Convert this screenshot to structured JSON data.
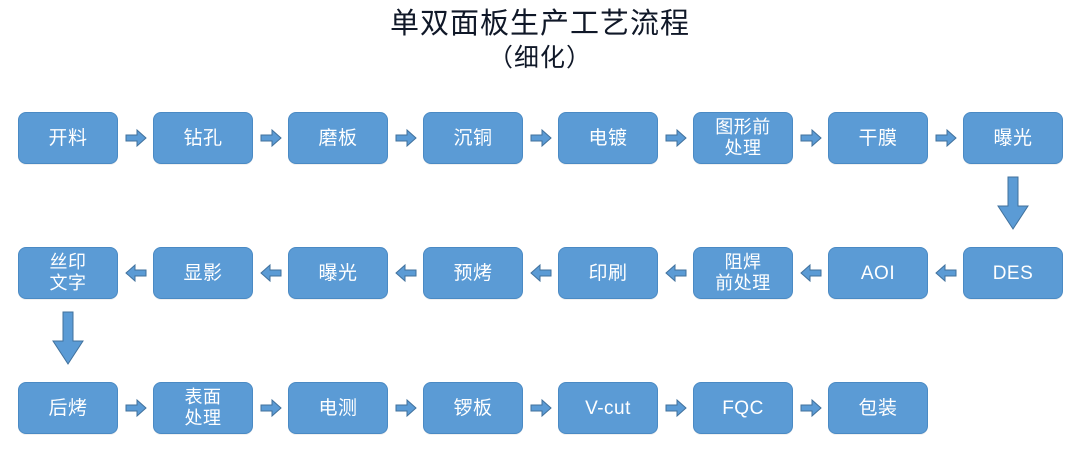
{
  "title": {
    "line1": "单双面板生产工艺流程",
    "line2": "（细化）"
  },
  "colors": {
    "node_fill": "#5B9BD5",
    "node_border": "#4A8AC4",
    "node_text": "#FFFFFF",
    "arrow_fill": "#5B9BD5",
    "arrow_border": "#41719C",
    "title_text": "#101828",
    "background": "#FFFFFF"
  },
  "flow": {
    "rows": [
      {
        "id": "row-1",
        "direction": "left-to-right",
        "steps": [
          {
            "label": "开料",
            "lines": 1
          },
          {
            "label": "钻孔",
            "lines": 1
          },
          {
            "label": "磨板",
            "lines": 1
          },
          {
            "label": "沉铜",
            "lines": 1
          },
          {
            "label": "电镀",
            "lines": 1
          },
          {
            "label": "图形前\n处理",
            "lines": 2
          },
          {
            "label": "干膜",
            "lines": 1
          },
          {
            "label": "曝光",
            "lines": 1
          }
        ]
      },
      {
        "id": "row-2",
        "direction": "right-to-left",
        "steps": [
          {
            "label": "丝印\n文字",
            "lines": 2
          },
          {
            "label": "显影",
            "lines": 1
          },
          {
            "label": "曝光",
            "lines": 1
          },
          {
            "label": "预烤",
            "lines": 1
          },
          {
            "label": "印刷",
            "lines": 1
          },
          {
            "label": "阻焊\n前处理",
            "lines": 2
          },
          {
            "label": "AOI",
            "lines": 1
          },
          {
            "label": "DES",
            "lines": 1
          }
        ]
      },
      {
        "id": "row-3",
        "direction": "left-to-right",
        "steps": [
          {
            "label": "后烤",
            "lines": 1
          },
          {
            "label": "表面\n处理",
            "lines": 2
          },
          {
            "label": "电测",
            "lines": 1
          },
          {
            "label": "锣板",
            "lines": 1
          },
          {
            "label": "V-cut",
            "lines": 1
          },
          {
            "label": "FQC",
            "lines": 1
          },
          {
            "label": "包装",
            "lines": 1
          }
        ]
      }
    ],
    "connectors": {
      "row1_to_row2": {
        "icon": "arrow-down-icon",
        "from": "曝光",
        "to": "DES"
      },
      "row2_to_row3": {
        "icon": "arrow-down-icon",
        "from": "丝印文字",
        "to": "后烤"
      }
    },
    "arrow_icons": {
      "right": "arrow-right-icon",
      "left": "arrow-left-icon",
      "down": "arrow-down-icon"
    }
  }
}
